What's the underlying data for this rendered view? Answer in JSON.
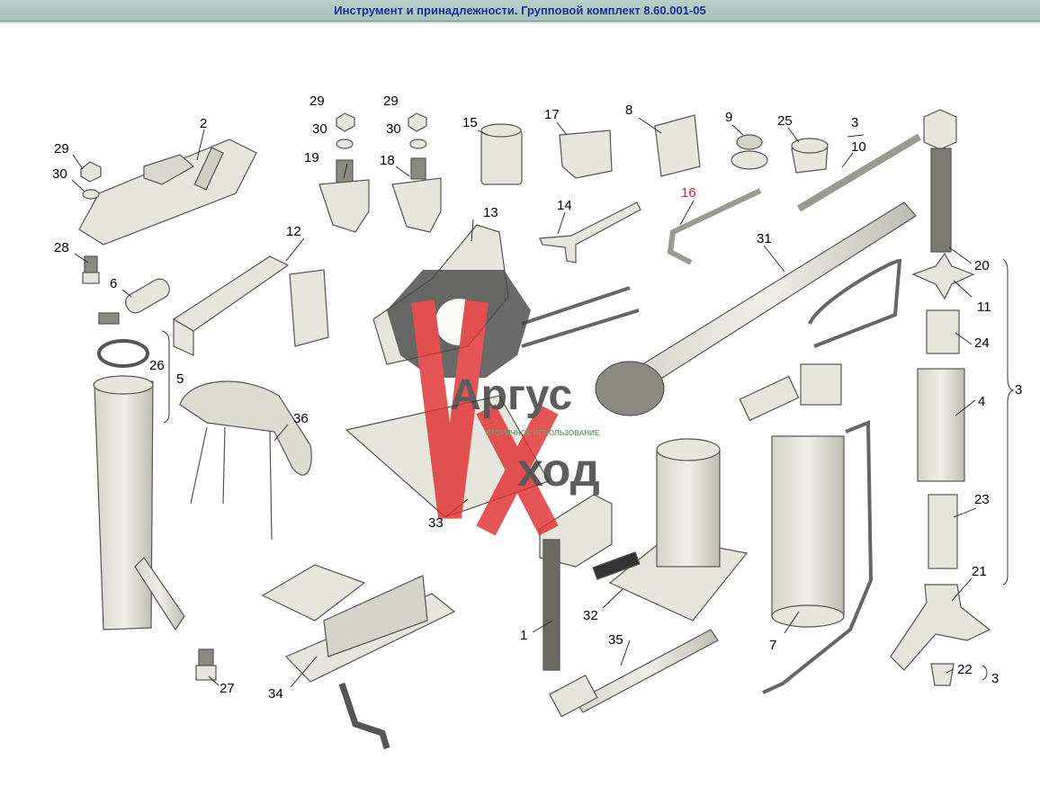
{
  "window": {
    "title": "Инструмент и принадлежности. Групповой комплект 8.60.001-05"
  },
  "labels": {
    "l1": "1",
    "l2": "2",
    "l3a": "3",
    "l3b": "3",
    "l3c": "3",
    "l4": "4",
    "l5": "5",
    "l6": "6",
    "l7": "7",
    "l8": "8",
    "l9": "9",
    "l10": "10",
    "l11": "11",
    "l12": "12",
    "l13": "13",
    "l14": "14",
    "l15": "15",
    "l16": "16",
    "l17": "17",
    "l18": "18",
    "l19": "19",
    "l20": "20",
    "l21": "21",
    "l22": "22",
    "l23": "23",
    "l24": "24",
    "l25": "25",
    "l26": "26",
    "l27": "27",
    "l28": "28",
    "l29a": "29",
    "l29b": "29",
    "l29c": "29",
    "l30a": "30",
    "l30b": "30",
    "l30c": "30",
    "l31": "31",
    "l32": "32",
    "l33": "33",
    "l34": "34",
    "l35": "35",
    "l36": "36"
  },
  "highlighted_label": "16",
  "watermark": {
    "top": "Аргус",
    "bottom": "ход",
    "small": "ВТОРИЧНОЕ ИСПОЛЬЗОВАНИЕ"
  },
  "colors": {
    "title_text": "#1c2d9a",
    "title_bar": "#afc6c0",
    "highlight": "#e02020",
    "part_fill": "#e6e6dc",
    "part_stroke": "#555555"
  }
}
